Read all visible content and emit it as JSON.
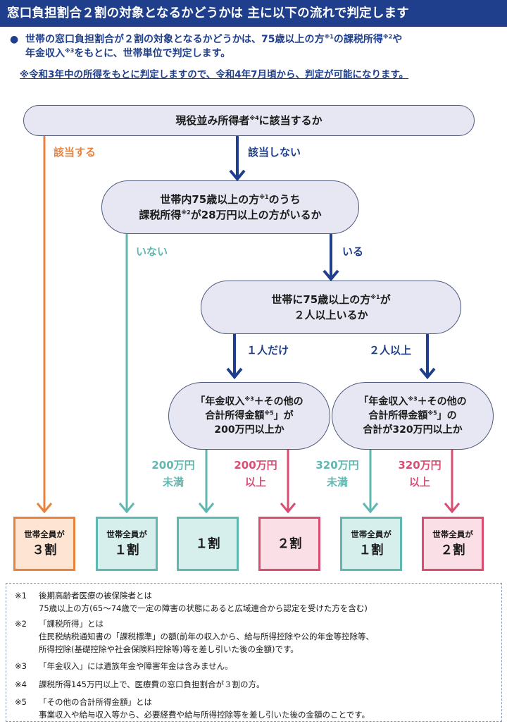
{
  "title": "窓口負担割合２割の対象となるかどうかは 主に以下の流れで判定します",
  "intro": {
    "bullet": "●",
    "text_a": "世帯の窓口負担割合が２割の対象となるかどうかは、75歳以上の方",
    "sup1": "※1",
    "text_b": "の課税所得",
    "sup2": "※2",
    "text_c": "や",
    "text_d": "年金収入",
    "sup3": "※3",
    "text_e": "をもとに、世帯単位で判定します。"
  },
  "notice": "※令和3年中の所得をもとに判定しますので、令和4年7月頃から、判定が可能になります。",
  "flow": {
    "q1": {
      "text_a": "現役並み所得者",
      "sup": "※4",
      "text_b": "に該当するか"
    },
    "q1_yes": "該当する",
    "q1_no": "該当しない",
    "q2": {
      "line1_a": "世帯内75歳以上の方",
      "line1_sup": "※1",
      "line1_b": "のうち",
      "line2_a": "課税所得",
      "line2_sup": "※2",
      "line2_b": "が28万円以上の方がいるか"
    },
    "q2_no": "いない",
    "q2_yes": "いる",
    "q3": {
      "line1_a": "世帯に75歳以上の方",
      "line1_sup": "※1",
      "line1_b": "が",
      "line2": "２人以上いるか"
    },
    "q3_one": "１人だけ",
    "q3_two": "２人以上",
    "q4": {
      "line1_a": "「年金収入",
      "line1_sup": "※3",
      "line1_b": "＋その他の",
      "line2_a": "合計所得金額",
      "line2_sup": "※5",
      "line2_b": "」が",
      "line3": "200万円以上か"
    },
    "q5": {
      "line1_a": "「年金収入",
      "line1_sup": "※3",
      "line1_b": "＋その他の",
      "line2_a": "合計所得金額",
      "line2_sup": "※5",
      "line2_b": "」の",
      "line3": "合計が320万円以上か"
    },
    "q4_under": {
      "line1": "200万円",
      "line2": "未満"
    },
    "q4_over": {
      "line1": "200万円",
      "line2": "以上"
    },
    "q5_under": {
      "line1": "320万円",
      "line2": "未満"
    },
    "q5_over": {
      "line1": "320万円",
      "line2": "以上"
    }
  },
  "results": [
    {
      "small": "世帯全員が",
      "big": "３割"
    },
    {
      "small": "世帯全員が",
      "big": "１割"
    },
    {
      "small": "",
      "big": "１割"
    },
    {
      "small": "",
      "big": "２割"
    },
    {
      "small": "世帯全員が",
      "big": "１割"
    },
    {
      "small": "世帯全員が",
      "big": "２割"
    }
  ],
  "footnotes": [
    {
      "mark": "※1",
      "lines": [
        "後期高齢者医療の被保険者とは",
        "75歳以上の方(65～74歳で一定の障害の状態にあると広域連合から認定を受けた方を含む)"
      ]
    },
    {
      "mark": "※2",
      "lines": [
        "「課税所得」とは",
        "住民税納税通知書の「課税標準」の額(前年の収入から、給与所得控除や公的年金等控除等、",
        "所得控除(基礎控除や社会保険料控除等)等を差し引いた後の金額)です。"
      ]
    },
    {
      "mark": "※3",
      "lines": [
        "「年金収入」には遺族年金や障害年金は含みません。"
      ]
    },
    {
      "mark": "※4",
      "lines": [
        "課税所得145万円以上で、医療費の窓口負担割合が３割の方。"
      ]
    },
    {
      "mark": "※5",
      "lines": [
        "「その他の合計所得金額」とは",
        "事業収入や給与収入等から、必要経費や給与所得控除等を差し引いた後の金額のことです。"
      ]
    }
  ],
  "colors": {
    "navy": "#1f3f8c",
    "orange": "#e8823c",
    "teal": "#5fb8b0",
    "pink": "#d94d72",
    "node_fill": "#e6e7f2"
  }
}
